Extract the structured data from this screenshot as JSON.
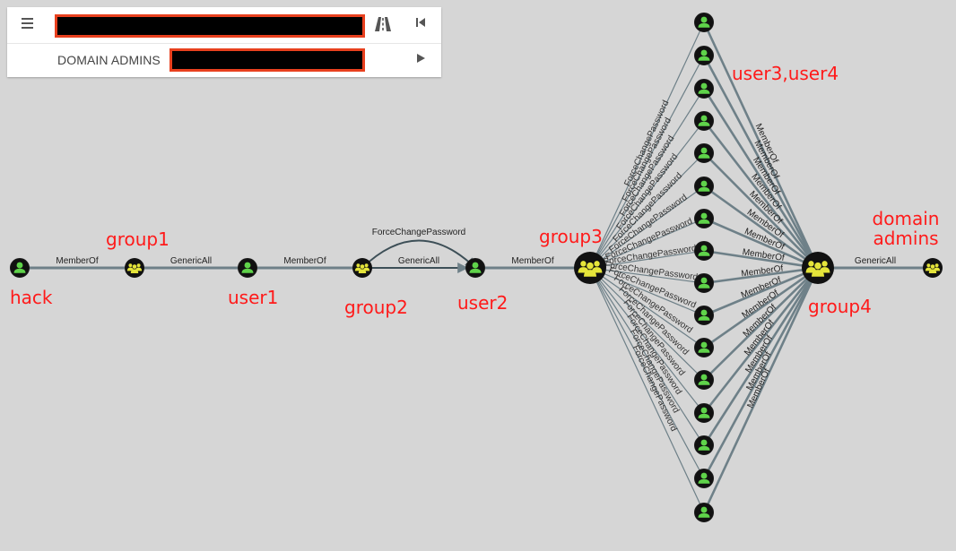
{
  "search_panel": {
    "start_node_value": "",
    "target_node_prefix": "DOMAIN ADMINS",
    "target_node_value": ""
  },
  "annotations": {
    "hack": "hack",
    "group1": "group1",
    "user1": "user1",
    "group2": "group2",
    "user2": "user2",
    "group3": "group3",
    "user3_user4": "user3,user4",
    "group4": "group4",
    "domain_admins_line1": "domain",
    "domain_admins_line2": "admins"
  },
  "edges": {
    "hack_group1": "MemberOf",
    "group1_user1": "GenericAll",
    "user1_group2": "MemberOf",
    "group2_user2_top": "ForceChangePassword",
    "group2_user2": "GenericAll",
    "user2_group3": "MemberOf",
    "fan_left": "ForceChangePassword",
    "fan_right": "MemberOf",
    "group4_da": "GenericAll"
  },
  "colors": {
    "background": "#d6d6d6",
    "user_node": "#5fd34a",
    "group_node": "#e4e43a",
    "node_ring": "#111111",
    "edge": "#6e8088",
    "annotation": "#ff1a1a",
    "redaction_border": "#e8401e"
  },
  "icons": {
    "menu": "hamburger-icon",
    "pathfinding": "road-icon",
    "back": "skip-back-icon",
    "play": "play-icon"
  }
}
